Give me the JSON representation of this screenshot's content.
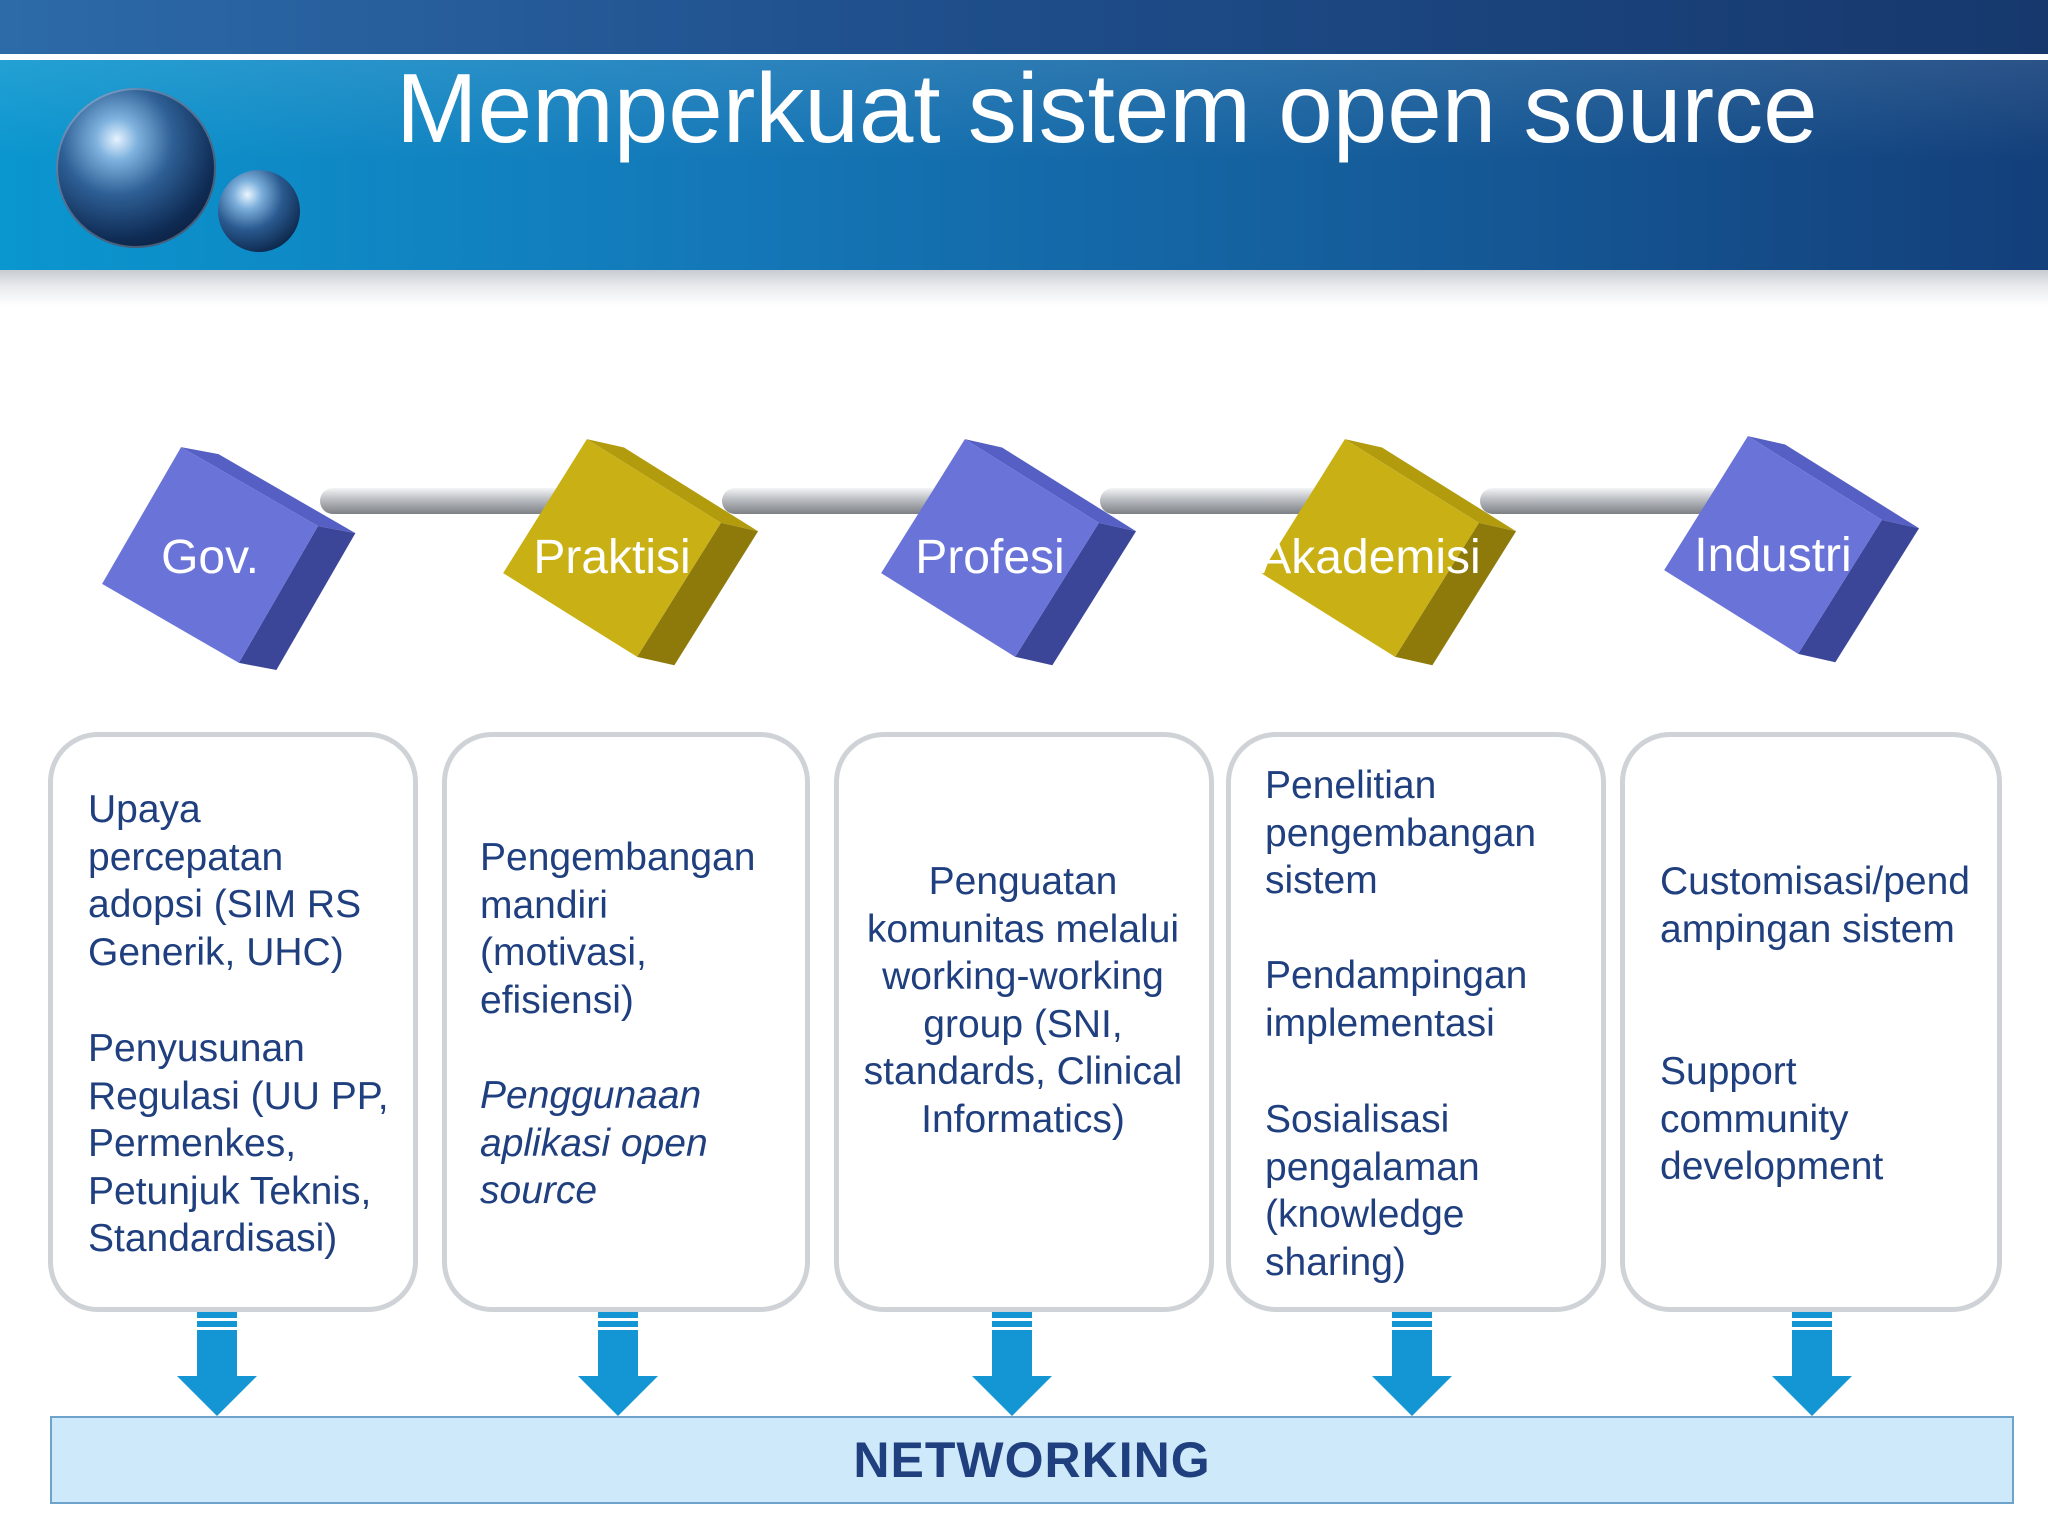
{
  "slide": {
    "title": "Memperkuat sistem open source"
  },
  "colors": {
    "banner": "#1478b8",
    "cube_blue": "#6a74d8",
    "cube_gold": "#c9b014",
    "text_navy": "#1f3f7f",
    "networking_fill": "#cde9fa",
    "arrow_blue": "#1596d4"
  },
  "stakeholders": [
    {
      "label": "Gov.",
      "color": "blue",
      "box_lines": [
        "Upaya percepatan adopsi (SIM RS Generik, UHC)",
        "Penyusunan Regulasi (UU PP, Permenkes, Petunjuk Teknis, Standardisasi)"
      ]
    },
    {
      "label": "Praktisi",
      "color": "gold",
      "box_lines": [
        "Pengembangan mandiri (motivasi, efisiensi)",
        "Penggunaan aplikasi open source"
      ]
    },
    {
      "label": "Profesi",
      "color": "blue",
      "box_lines": [
        "Penguatan komunitas melalui working-working group (SNI, standards, Clinical Informatics)"
      ]
    },
    {
      "label": "Akademisi",
      "color": "gold",
      "box_lines": [
        "Penelitian pengembangan sistem",
        "Pendampingan implementasi",
        "Sosialisasi pengalaman (knowledge sharing)"
      ]
    },
    {
      "label": "Industri",
      "color": "blue",
      "box_lines": [
        "Customisasi/pendampingan sistem",
        "Support community development"
      ]
    }
  ],
  "networking": {
    "label": "NETWORKING"
  }
}
